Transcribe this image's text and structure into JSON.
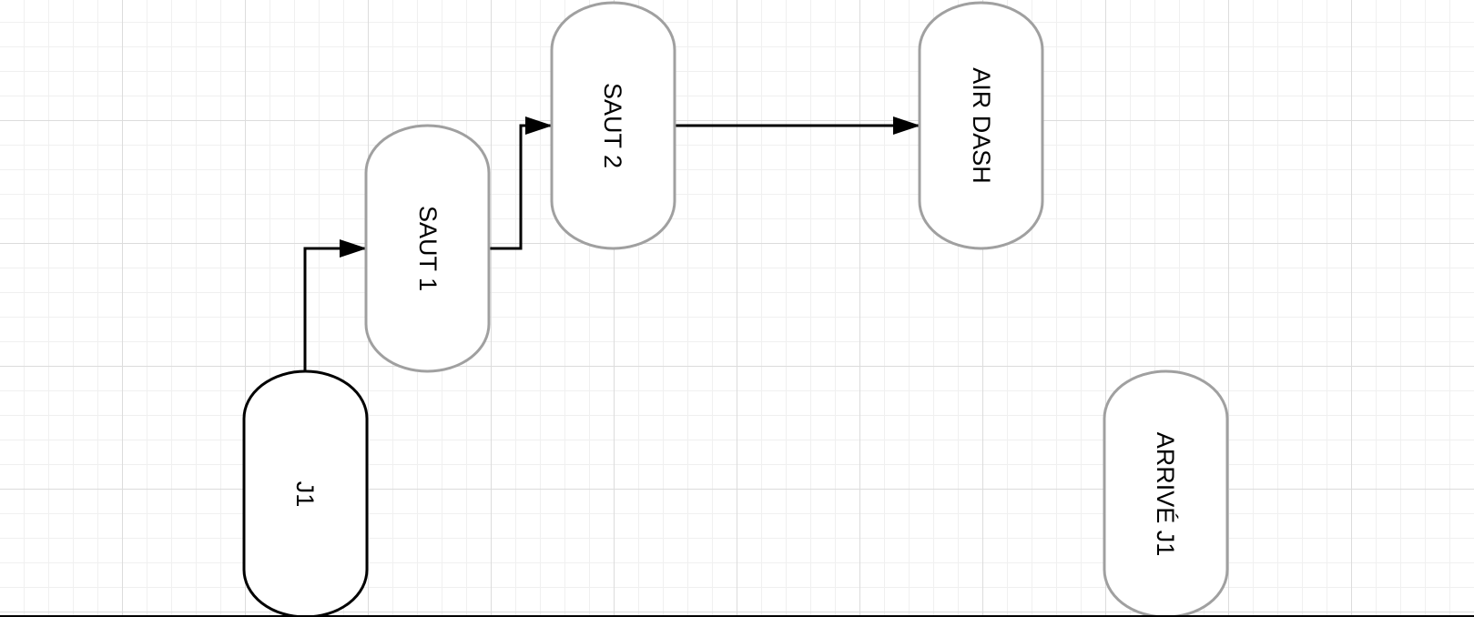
{
  "diagram": {
    "nodes": {
      "j1": {
        "label": "J1",
        "selected": true
      },
      "saut1": {
        "label": "SAUT 1",
        "selected": false
      },
      "saut2": {
        "label": "SAUT 2",
        "selected": false
      },
      "air_dash": {
        "label": "AIR DASH",
        "selected": false
      },
      "arrive_j1": {
        "label": "ARRIVÉ J1",
        "selected": false
      }
    },
    "edges": [
      {
        "from": "J1",
        "to": "SAUT 1"
      },
      {
        "from": "SAUT 1",
        "to": "SAUT 2"
      },
      {
        "from": "SAUT 2",
        "to": "AIR DASH"
      }
    ]
  },
  "colors": {
    "node_border_selected": "#000000",
    "node_border": "#a0a0a0",
    "node_fill": "#ffffff",
    "edge": "#000000",
    "grid_major": "#dcdcdc",
    "grid_minor": "#f0f0f0"
  }
}
